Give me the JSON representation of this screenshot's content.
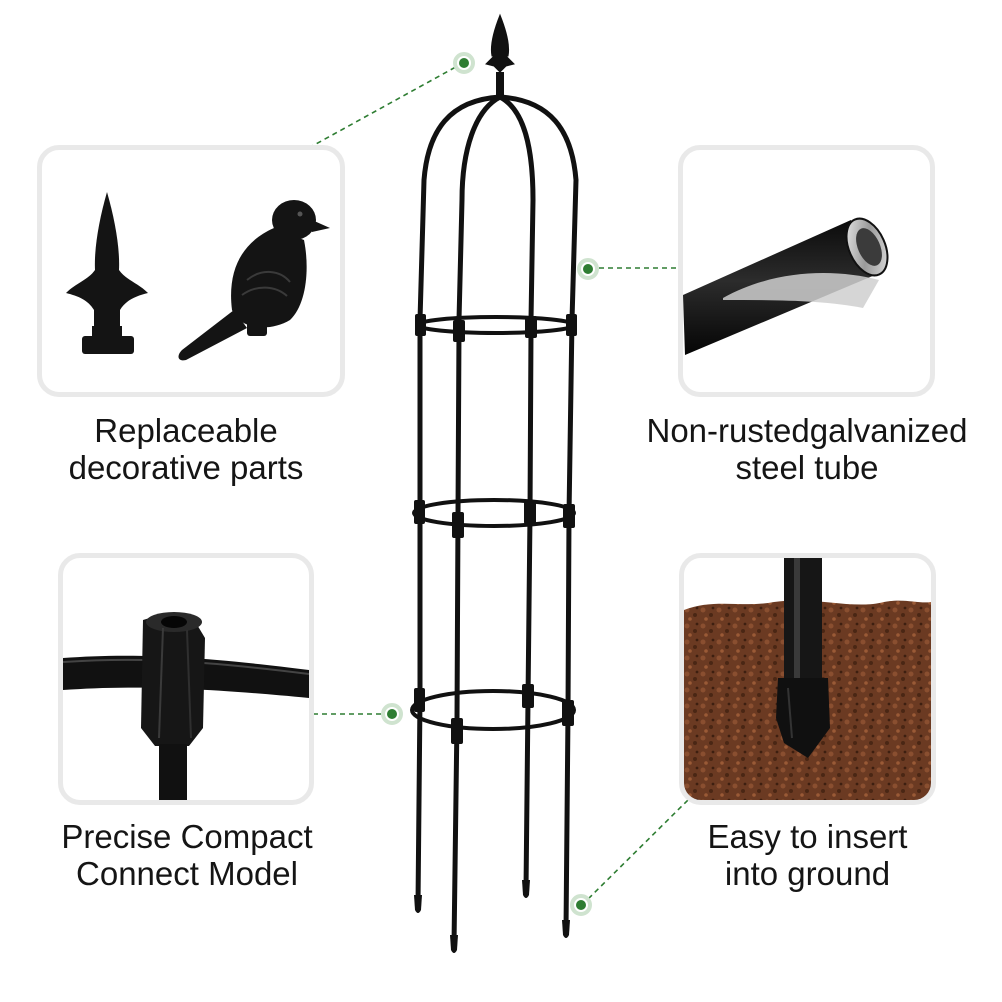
{
  "features": [
    {
      "id": "decorative",
      "line1": "Replaceable",
      "line2": "decorative parts",
      "image": "spear-finial-and-bird-topper"
    },
    {
      "id": "tube",
      "line1": "Non-rustedgalvanized",
      "line2": "steel tube",
      "image": "cut-steel-tube"
    },
    {
      "id": "connector",
      "line1": "Precise Compact",
      "line2": "Connect Model",
      "image": "ring-connector"
    },
    {
      "id": "ground",
      "line1": "Easy to insert",
      "line2": "into ground",
      "image": "pole-tip-in-soil"
    }
  ],
  "colors": {
    "leader": "#2e7d32",
    "card_border": "#e9e9e9",
    "frame": "#111111",
    "soil": "#6b3a22"
  }
}
